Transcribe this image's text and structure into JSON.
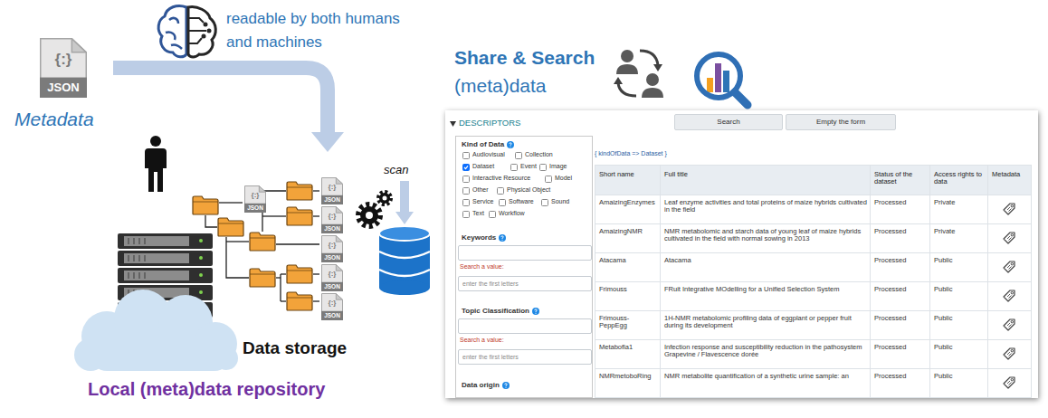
{
  "diagram": {
    "nodes": [
      {
        "text": [
          "{:}",
          "JSON"
        ]
      },
      {
        "text": [
          "{:}",
          "JSON"
        ]
      },
      {
        "text": [
          "{:}",
          "JSON"
        ]
      },
      {
        "text": [
          "{:}",
          "JSON"
        ]
      },
      {
        "text": [
          "{:}",
          "JSON"
        ]
      },
      {
        "text": [
          "{:}",
          "JSON"
        ]
      },
      {
        "text": [
          "{:}",
          "JSON"
        ]
      },
      {
        "text": [
          "DESCRIPTORS"
        ]
      },
      {
        "text": [
          "Search"
        ],
        "in": 7
      },
      {
        "text": [
          "Empty the form"
        ],
        "in": 7
      },
      {
        "text": [
          "Kind of Data",
          "Keywords",
          "Topic Classification",
          "Data origin"
        ],
        "in": 7
      },
      {
        "text": [
          "enter the first letters"
        ],
        "in": 10
      },
      {
        "text": [
          "enter the first letters"
        ],
        "in": 10
      }
    ],
    "labels": [
      "readable by both humans and machines",
      "Metadata",
      "Share & Search",
      "(meta)data",
      "scan",
      "Data storage",
      "Local (meta)data repository",
      "Audiovisual",
      "Collection",
      "Dataset",
      "Event",
      "Image",
      "Interactive Resource",
      "Model",
      "Other",
      "Physical Object",
      "Service",
      "Software",
      "Sound",
      "Text",
      "Workflow",
      "Search a value:",
      "Search a value:",
      "{ kindOfData => Dataset }",
      "Short name",
      "Full title",
      "Status of the dataset",
      "Access rights to data",
      "Metadata",
      "AmaizingEnzymes",
      "Leaf enzyme activities and total proteins of maize hybrids cultivated in the field",
      "Processed",
      "Private",
      "AmaizingNMR",
      "NMR metabolomic and starch data of young leaf of maize hybrids cultivated in the field with normal sowing in 2013",
      "Processed",
      "Private",
      "Atacama",
      "Atacama",
      "Processed",
      "Public",
      "Frimouss",
      "FRuit Integrative MOdelling for a Unified Selection System",
      "Processed",
      "Public",
      "Frimouss-PeppEgg",
      "1H-NMR metabolomic profiling data of eggplant or pepper fruit during its development",
      "Processed",
      "Public",
      "Metabofla1",
      "Infection response and susceptibility reduction in the pathosystem Grapevine / Flavescence dorée",
      "Processed",
      "Public",
      "NMRmetoboRing",
      "NMR metabolite quantification of a synthetic urine sample: an",
      "Processed",
      "Public"
    ]
  }
}
